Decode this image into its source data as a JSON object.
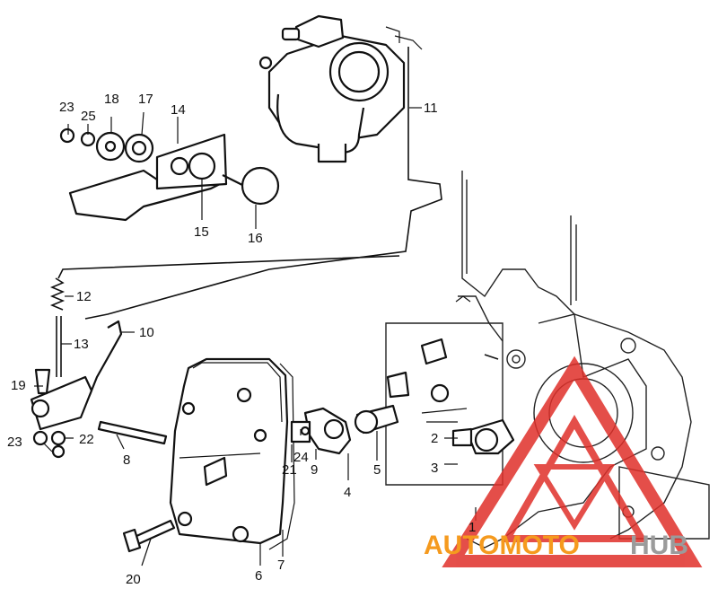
{
  "diagram": {
    "callouts": [
      "1",
      "2",
      "3",
      "4",
      "5",
      "6",
      "7",
      "8",
      "9",
      "10",
      "11",
      "12",
      "13",
      "14",
      "15",
      "16",
      "17",
      "18",
      "19",
      "20",
      "21",
      "22",
      "23",
      "24",
      "25"
    ],
    "callout_23_repeat": "23"
  },
  "watermark": {
    "brand_part1": "AUTOMOTO",
    "brand_part2": "HUB",
    "color_primary": "#f59a1e",
    "color_secondary": "#9b9b9b",
    "logo_color": "#e0302a"
  }
}
